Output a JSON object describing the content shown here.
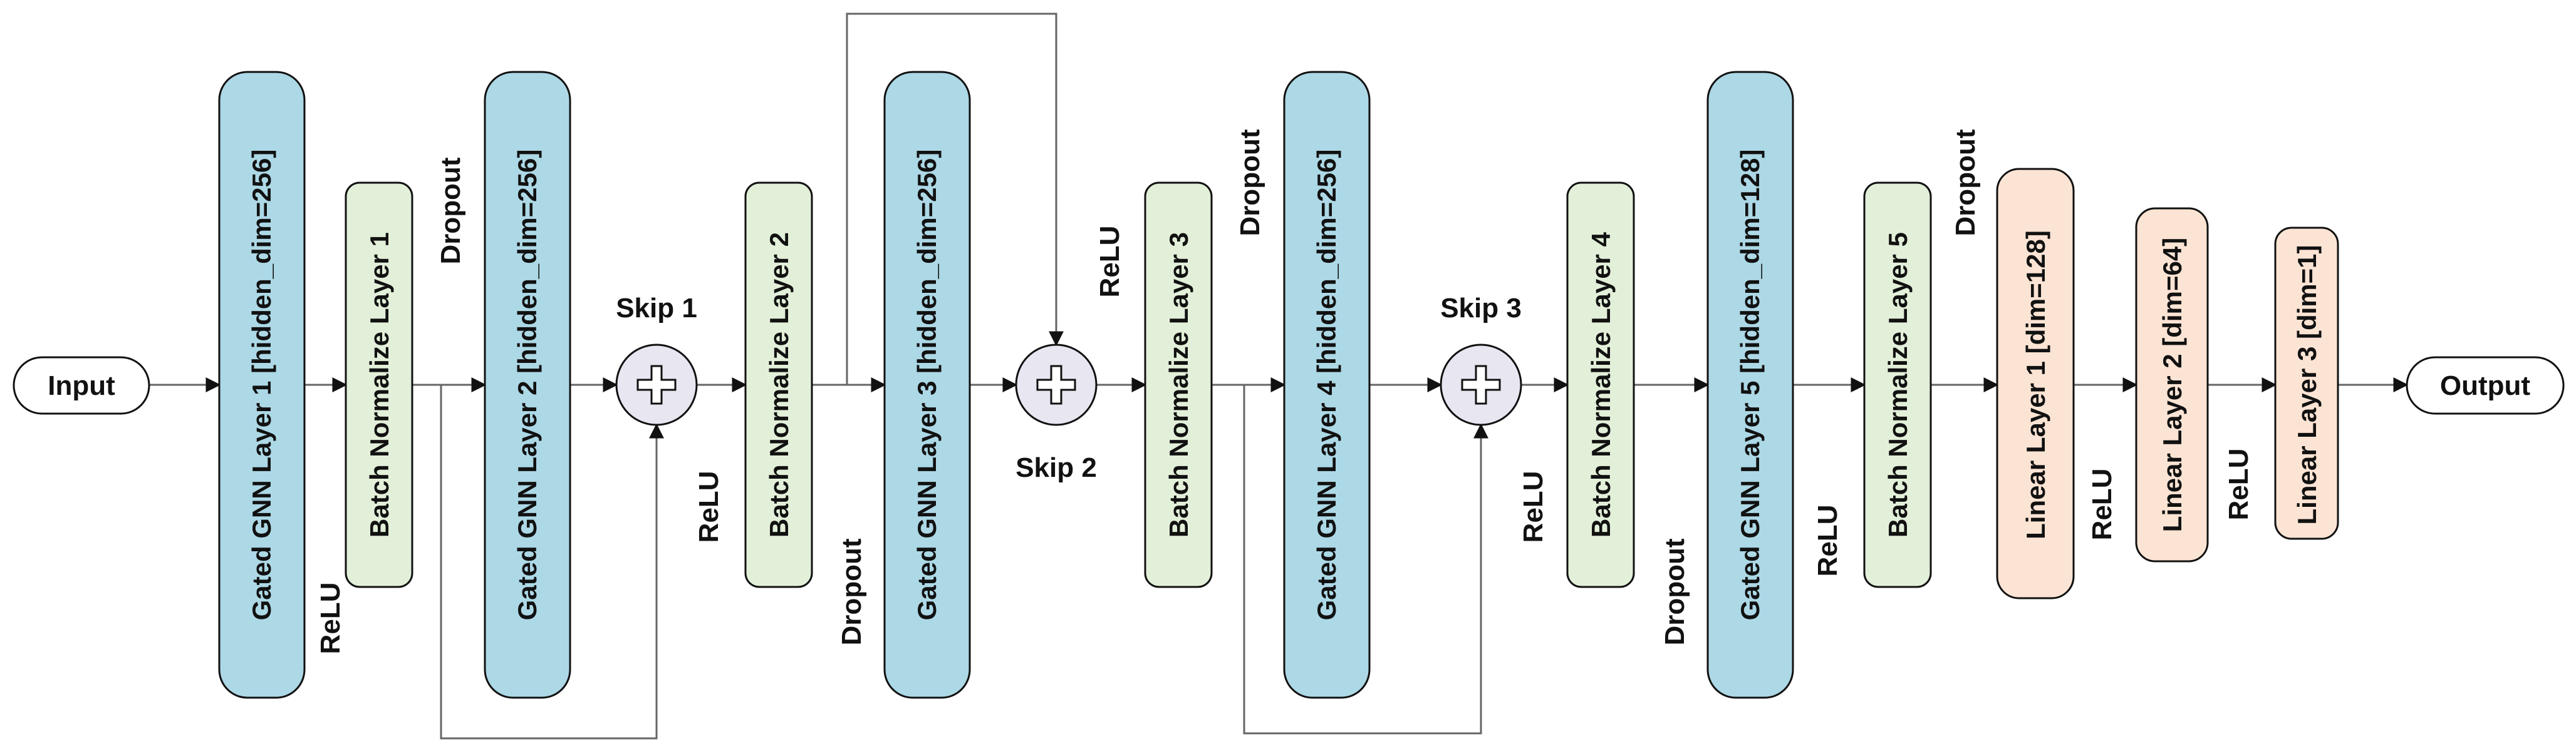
{
  "diagram": {
    "input_label": "Input",
    "output_label": "Output",
    "blocks": [
      {
        "id": "gnn1",
        "label": "Gated GNN Layer 1  [hidden_dim=256]",
        "kind": "gnn"
      },
      {
        "id": "bn1",
        "label": "Batch Normalize Layer 1",
        "kind": "bn"
      },
      {
        "id": "gnn2",
        "label": "Gated GNN Layer 2  [hidden_dim=256]",
        "kind": "gnn"
      },
      {
        "id": "bn2",
        "label": "Batch Normalize Layer 2",
        "kind": "bn"
      },
      {
        "id": "gnn3",
        "label": "Gated GNN Layer 3  [hidden_dim=256]",
        "kind": "gnn"
      },
      {
        "id": "bn3",
        "label": "Batch Normalize Layer 3",
        "kind": "bn"
      },
      {
        "id": "gnn4",
        "label": "Gated GNN Layer 4  [hidden_dim=256]",
        "kind": "gnn"
      },
      {
        "id": "bn4",
        "label": "Batch Normalize Layer 4",
        "kind": "bn"
      },
      {
        "id": "gnn5",
        "label": "Gated GNN Layer 5  [hidden_dim=128]",
        "kind": "gnn"
      },
      {
        "id": "bn5",
        "label": "Batch Normalize Layer 5",
        "kind": "bn"
      },
      {
        "id": "lin1",
        "label": "Linear Layer 1 [dim=128]",
        "kind": "linear"
      },
      {
        "id": "lin2",
        "label": "Linear Layer 2 [dim=64]",
        "kind": "linear"
      },
      {
        "id": "lin3",
        "label": "Linear Layer 3 [dim=1]",
        "kind": "linear"
      }
    ],
    "skips": [
      {
        "id": "skip1",
        "label": "Skip 1"
      },
      {
        "id": "skip2",
        "label": "Skip 2"
      },
      {
        "id": "skip3",
        "label": "Skip 3"
      }
    ],
    "annotations": [
      {
        "id": "a1",
        "text": "ReLU"
      },
      {
        "id": "a2",
        "text": "Dropout"
      },
      {
        "id": "a3",
        "text": "ReLU"
      },
      {
        "id": "a4",
        "text": "Dropout"
      },
      {
        "id": "a5",
        "text": "ReLU"
      },
      {
        "id": "a6",
        "text": "Dropout"
      },
      {
        "id": "a7",
        "text": "ReLU"
      },
      {
        "id": "a8",
        "text": "Dropout"
      },
      {
        "id": "a9",
        "text": "ReLU"
      },
      {
        "id": "a10",
        "text": "Dropout"
      },
      {
        "id": "a11",
        "text": "ReLU"
      },
      {
        "id": "a12",
        "text": "ReLU"
      }
    ],
    "colors": {
      "gnn_fill": "#add8e6",
      "bn_fill": "#e3f0d9",
      "linear_fill": "#fce4d4",
      "skip_fill": "#e8e6f0",
      "stroke": "#111111",
      "line": "#666666"
    },
    "icons": {
      "skip_symbol": "plus-icon"
    }
  }
}
